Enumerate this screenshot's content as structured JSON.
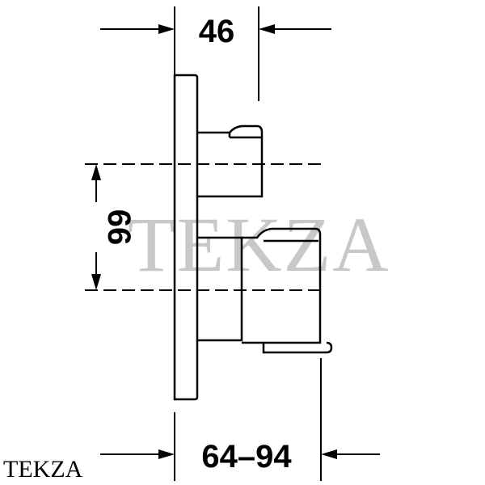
{
  "dimensions": {
    "top": "46",
    "left": "66",
    "bottom": "64–94"
  },
  "watermark": "TEKZA",
  "brand_label": "TEKZA"
}
